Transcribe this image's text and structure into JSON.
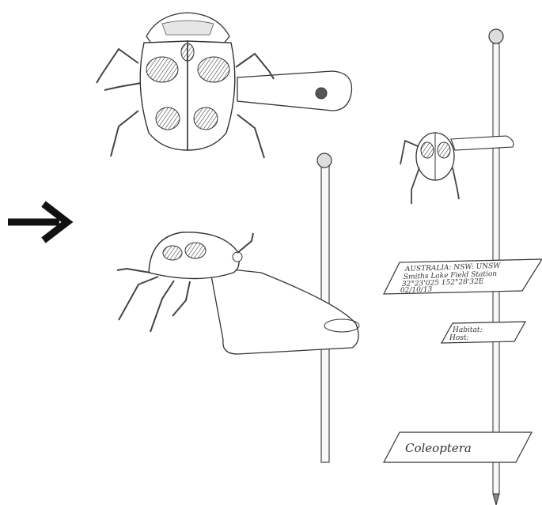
{
  "arrow": {
    "glyph": "➔",
    "color": "#111111"
  },
  "labels": {
    "locality_line1": "AUSTRALIA: NSW: UNSW",
    "locality_line2": "Smiths Lake Field Station",
    "locality_line3": "32°23'025  152°28'32E",
    "locality_line4": "02/10/13",
    "habitat": "Habitat:",
    "host": "Host:",
    "order": "Coleoptera"
  },
  "colors": {
    "ink": "#333333",
    "spot": "#555555",
    "paper": "#ffffff"
  }
}
